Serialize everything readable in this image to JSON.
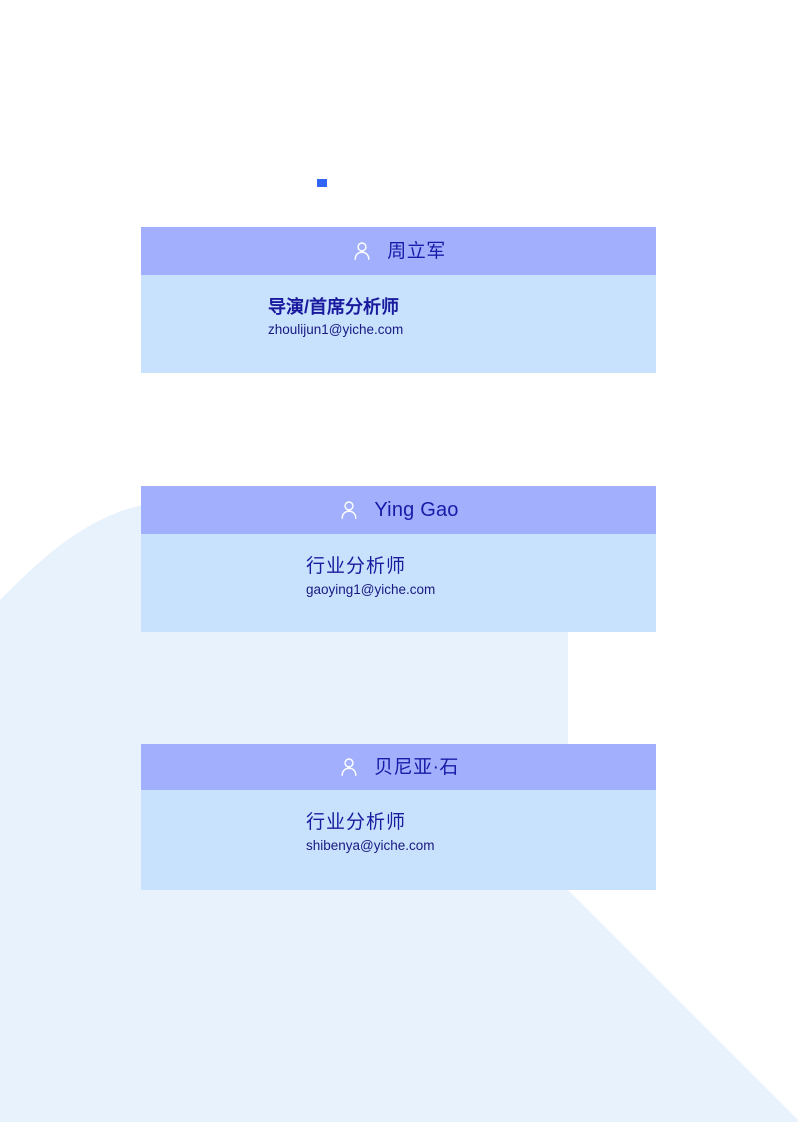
{
  "page": {
    "background_color": "#ffffff",
    "decor_shape_color": "#e8f2fc",
    "accent_marker_color": "#3366f4"
  },
  "theme": {
    "card_header_bg": "#a1affd",
    "card_body_bg": "#c8e2fe",
    "name_text_color": "#1a1aa8",
    "role_text_color": "#1a1a9e",
    "email_text_color": "#181880",
    "icon_color": "#ffffff"
  },
  "marker": {
    "name": "top-accent-marker"
  },
  "cards": [
    {
      "icon": "person-icon",
      "name": "周立军",
      "role": "导演/首席分析师",
      "email": "zhoulijun1@yiche.com"
    },
    {
      "icon": "person-icon",
      "name": "Ying Gao",
      "role": "行业分析师",
      "email": "gaoying1@yiche.com"
    },
    {
      "icon": "person-icon",
      "name": "贝尼亚·石",
      "role": "行业分析师",
      "email": "shibenya@yiche.com"
    }
  ]
}
